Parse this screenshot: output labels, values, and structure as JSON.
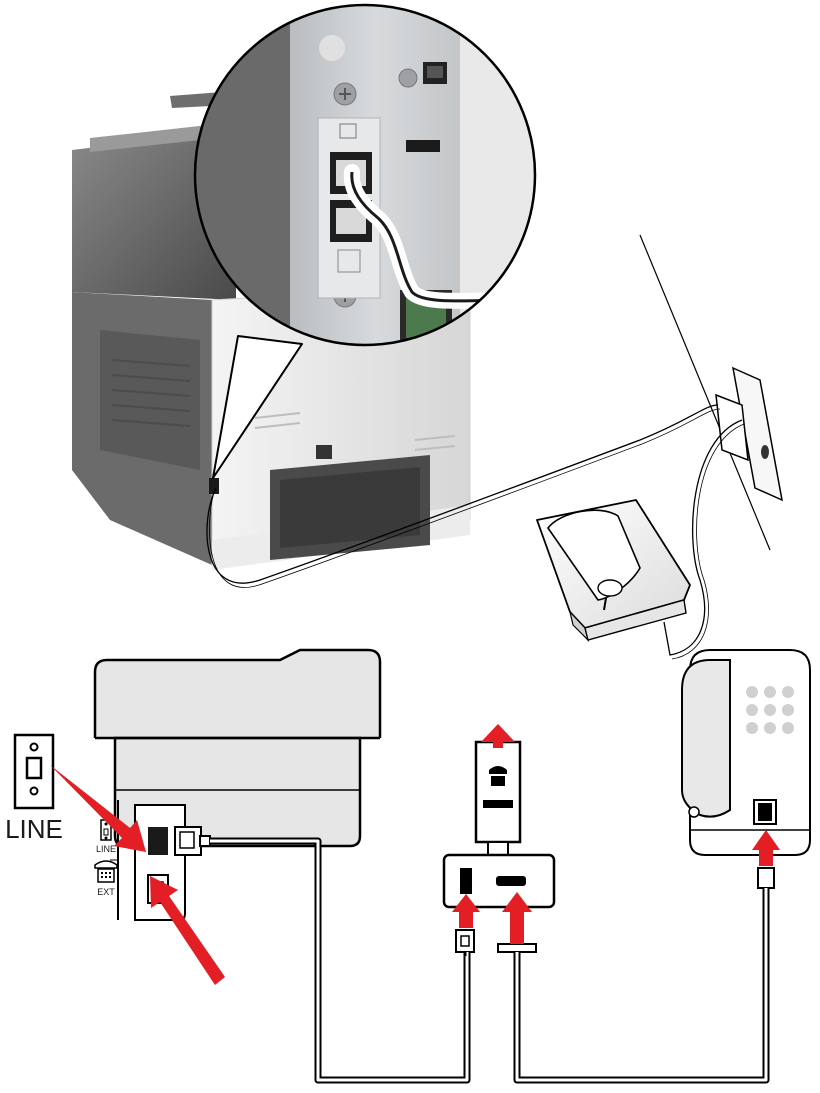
{
  "labels": {
    "wall_jack": "LINE",
    "port_line": "LINE",
    "port_ext": "EXT"
  },
  "colors": {
    "arrow": "#e31e24",
    "outline": "#000000",
    "printer_body": "#e6e6e6",
    "printer_dark": "#5a5a5a",
    "panel": "#c9cdd0"
  }
}
